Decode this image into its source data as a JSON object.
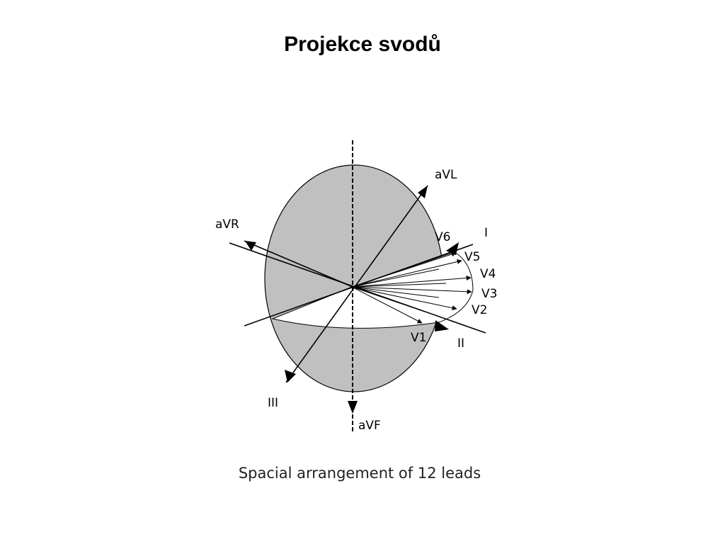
{
  "title": "Projekce svodů",
  "diagram": {
    "leads": {
      "avl": "aVL",
      "avr": "aVR",
      "i": "I",
      "ii": "II",
      "iii": "III",
      "avf": "aVF",
      "v1": "V1",
      "v2": "V2",
      "v3": "V3",
      "v4": "V4",
      "v5": "V5",
      "v6": "V6"
    },
    "caption": "Spacial arrangement of 12 leads",
    "colors": {
      "ellipse_fill": "#c0c0c0",
      "line": "#000000",
      "background": "#ffffff"
    }
  }
}
